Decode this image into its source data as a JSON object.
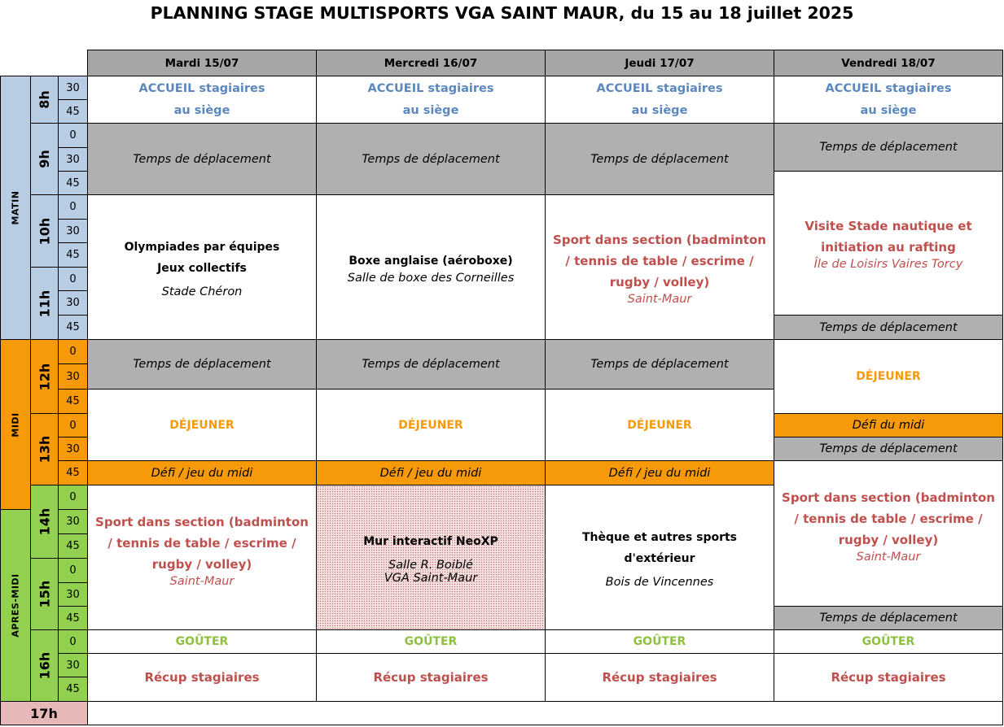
{
  "title": "PLANNING STAGE MULTISPORTS VGA SAINT MAUR, du 15 au 18 juillet 2025",
  "days": [
    "Mardi 15/07",
    "Mercredi 16/07",
    "Jeudi 17/07",
    "Vendredi 18/07"
  ],
  "periods": [
    "MATIN",
    "MIDI",
    "APRES-MIDI"
  ],
  "hours": [
    "8h",
    "9h",
    "10h",
    "11h",
    "12h",
    "13h",
    "14h",
    "15h",
    "16h",
    "17h"
  ],
  "minutes": [
    "30",
    "45",
    "0",
    "30",
    "45",
    "0",
    "30",
    "45",
    "0",
    "30",
    "45",
    "0",
    "30",
    "45",
    "0",
    "30",
    "45",
    "0",
    "30",
    "45",
    "0",
    "30",
    "45",
    "0",
    "30",
    "45"
  ],
  "colors": {
    "header_gray": "#a6a6a6",
    "travel_gray": "#b0b0b0",
    "matin": "#b8cce4",
    "midi": "#f79a0a",
    "apres_midi": "#92d050",
    "hour17": "#e6b8b7",
    "accueil_blue": "#5b87bf",
    "sport_red": "#c0504d",
    "dejeuner_orange": "#f79a0a",
    "gouter_green": "#8ec040"
  },
  "labels": {
    "accueil_1": "ACCUEIL stagiaires",
    "accueil_2": "au siège",
    "travel": "Temps de déplacement",
    "dejeuner": "DÉJEUNER",
    "defi_jeu": "Défi / jeu du midi",
    "defi_midi": "Défi du midi",
    "gouter": "GOÛTER",
    "recup": "Récup stagiaires"
  },
  "activities": {
    "tue_am_1": "Olympiades par équipes",
    "tue_am_2": "Jeux collectifs",
    "tue_am_place": "Stade Chéron",
    "wed_am_1": "Boxe anglaise (aéroboxe)",
    "wed_am_place": "Salle de boxe des Corneilles",
    "sport_1": "Sport dans section (badminton",
    "sport_2": "/ tennis de table / escrime /",
    "sport_3": "rugby / volley)",
    "sport_place": "Saint-Maur",
    "fri_am_1": "Visite Stade nautique et",
    "fri_am_2": "initiation au rafting",
    "fri_am_place": "Île de Loisirs Vaires Torcy",
    "wed_pm_1": "Mur interactif NeoXP",
    "wed_pm_place_1": "Salle R. Boiblé",
    "wed_pm_place_2": "VGA Saint-Maur",
    "thu_pm_1": "Thèque et autres sports",
    "thu_pm_2": "d'extérieur",
    "thu_pm_place": "Bois de Vincennes"
  }
}
